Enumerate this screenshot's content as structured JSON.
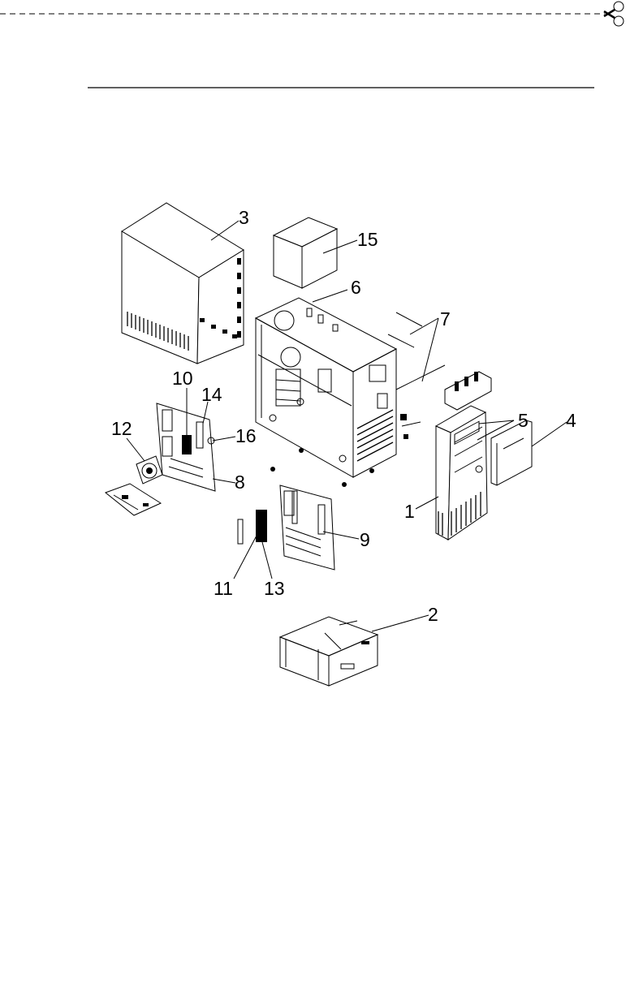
{
  "callouts": {
    "c1": "1",
    "c2": "2",
    "c3": "3",
    "c4": "4",
    "c5": "5",
    "c6": "6",
    "c7": "7",
    "c8": "8",
    "c9": "9",
    "c10": "10",
    "c11": "11",
    "c12": "12",
    "c13": "13",
    "c14": "14",
    "c15": "15",
    "c16": "16"
  },
  "icons": {
    "scissors": "scissors-icon"
  }
}
